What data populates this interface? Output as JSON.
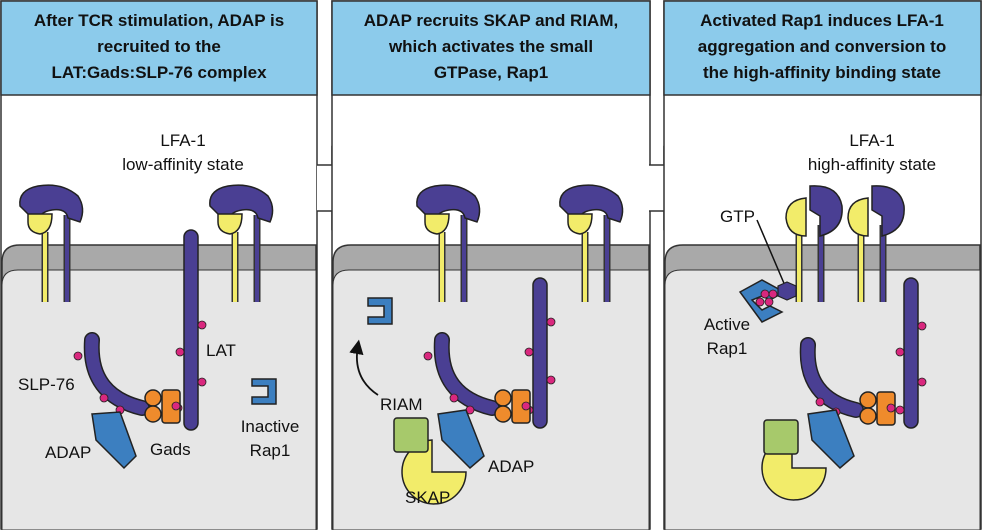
{
  "panels": [
    {
      "header": [
        "After TCR stimulation, ADAP is",
        "recruited to the",
        "LAT:Gads:SLP-76 complex"
      ],
      "lfa1_label": [
        "LFA-1",
        "low-affinity state"
      ],
      "labels": {
        "slp76": "SLP-76",
        "lat": "LAT",
        "gads": "Gads",
        "adap": "ADAP",
        "inactive_rap1": [
          "Inactive",
          "Rap1"
        ]
      }
    },
    {
      "header": [
        "ADAP recruits SKAP and RIAM,",
        "which activates the small",
        "GTPase, Rap1"
      ],
      "labels": {
        "riam": "RIAM",
        "skap": "SKAP",
        "adap": "ADAP"
      }
    },
    {
      "header": [
        "Activated Rap1 induces LFA-1",
        "aggregation and conversion to",
        "the high-affinity binding state"
      ],
      "lfa1_label": [
        "LFA-1",
        "high-affinity state"
      ],
      "labels": {
        "gtp": "GTP",
        "active_rap1": [
          "Active",
          "Rap1"
        ]
      }
    }
  ],
  "colors": {
    "header_bg": "#8ccbeb",
    "membrane": "#a9a9a9",
    "cytoplasm": "#e6e6e6",
    "lfa1_alpha": "#f2ec6a",
    "lfa1_beta": "#4a3f93",
    "lat": "#4a3f93",
    "slp76": "#4a3f93",
    "phospho": "#d9287e",
    "gads": "#ef8b2c",
    "adap": "#3c7fc0",
    "rap1": "#3c7fc0",
    "riam": "#a7c96b",
    "skap": "#f2ec6a"
  },
  "icons": [
    "arrow-right-icon",
    "curved-arrow-icon"
  ]
}
